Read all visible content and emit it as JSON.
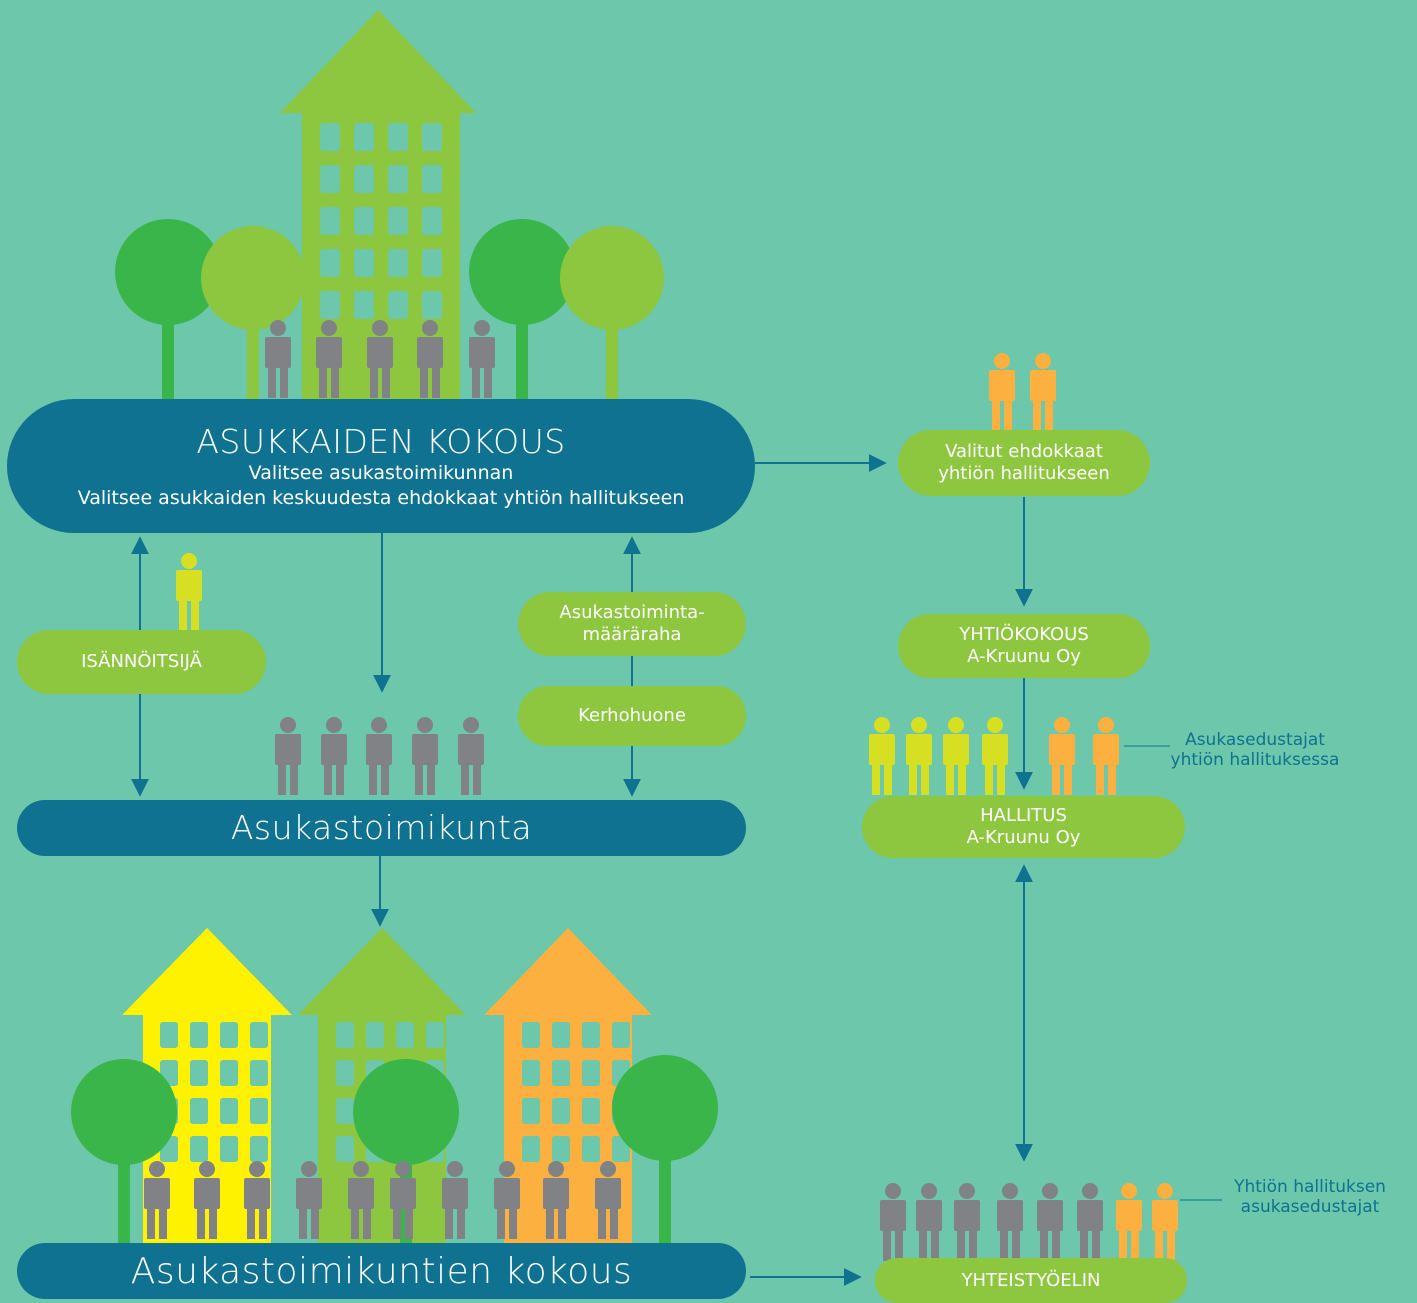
{
  "main_meeting": {
    "title": "ASUKKAIDEN KOKOUS",
    "line1": "Valitsee asukastoimikunnan",
    "line2": "Valitsee asukkaiden keskuudesta ehdokkaat yhtiön hallitukseen"
  },
  "committee": {
    "title": "Asukastoimikunta"
  },
  "committees_meeting": {
    "title": "Asukastoimikuntien kokous"
  },
  "manager": {
    "label": "ISÄNNÖITSIJÄ"
  },
  "funding": {
    "line1": "Asukastoiminta-",
    "line2": "määräraha"
  },
  "club_room": {
    "label": "Kerhohuone"
  },
  "candidates": {
    "line1": "Valitut ehdokkaat",
    "line2": "yhtiön hallitukseen"
  },
  "company_meeting": {
    "line1": "YHTIÖKOKOUS",
    "line2": "A-Kruunu Oy"
  },
  "board": {
    "line1": "HALLITUS",
    "line2": "A-Kruunu Oy"
  },
  "board_callout": {
    "line1": "Asukasedustajat",
    "line2": "yhtiön hallituksessa"
  },
  "cooperation": {
    "label": "YHTEISTYÖELIN"
  },
  "cooperation_callout": {
    "line1": "Yhtiön hallituksen",
    "line2": "asukasedustajat"
  },
  "colors": {
    "background": "#6cc7ab",
    "dark_blue": "#0e7290",
    "light_green": "#8dc63f",
    "dark_green": "#39b54a",
    "yellow": "#fff200",
    "lime": "#d7df23",
    "orange": "#fbb040",
    "gray": "#808285"
  }
}
